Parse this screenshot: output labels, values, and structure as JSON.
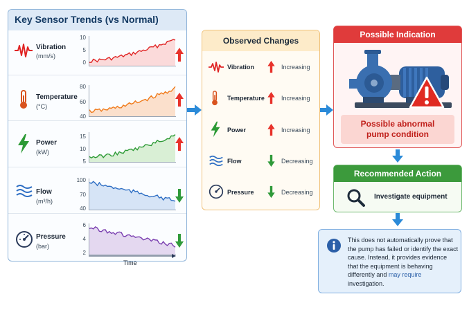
{
  "trends": {
    "title": "Key Sensor Trends (vs Normal)",
    "time_label": "Time",
    "sensors": [
      {
        "name": "Vibration",
        "unit": "(mm/s)",
        "ticks": [
          "10",
          "5",
          "0"
        ],
        "direction": "up",
        "color": "#e02424",
        "fill": "#fbdada"
      },
      {
        "name": "Temperature",
        "unit": "(°C)",
        "ticks": [
          "80",
          "60",
          "40"
        ],
        "direction": "up",
        "color": "#f07a1a",
        "fill": "#fbe0cc"
      },
      {
        "name": "Power",
        "unit": "(kW)",
        "ticks": [
          "15",
          "10",
          "5"
        ],
        "direction": "up",
        "color": "#2c9a35",
        "fill": "#d9efd5"
      },
      {
        "name": "Flow",
        "unit": "(m³/h)",
        "ticks": [
          "100",
          "70",
          "40"
        ],
        "direction": "down",
        "color": "#2f6fc4",
        "fill": "#d6e4f6"
      },
      {
        "name": "Pressure",
        "unit": "(bar)",
        "ticks": [
          "6",
          "4",
          "2"
        ],
        "direction": "down",
        "color": "#7a3fb0",
        "fill": "#e4d8f0"
      }
    ]
  },
  "observed": {
    "title": "Observed Changes",
    "items": [
      {
        "name": "Vibration",
        "status": "Increasing",
        "direction": "up"
      },
      {
        "name": "Temperature",
        "status": "Increasing",
        "direction": "up"
      },
      {
        "name": "Power",
        "status": "Increasing",
        "direction": "up"
      },
      {
        "name": "Flow",
        "status": "Decreasing",
        "direction": "down"
      },
      {
        "name": "Pressure",
        "status": "Decreasing",
        "direction": "down"
      }
    ]
  },
  "indication": {
    "title": "Possible Indication",
    "text_line1": "Possible abnormal",
    "text_line2": "pump condition"
  },
  "action": {
    "title": "Recommended Action",
    "text": "Investigate equipment"
  },
  "note": {
    "text_a": "This does not automatically prove that the pump has failed or identify the exact cause. Instead, it provides evidence that the equipment is behaving differently and ",
    "text_b": "may require",
    "text_c": " investigation."
  },
  "colors": {
    "up_arrow": "#e8322b",
    "down_arrow": "#2f9a3a",
    "flow_arrow": "#2b8ad8"
  }
}
